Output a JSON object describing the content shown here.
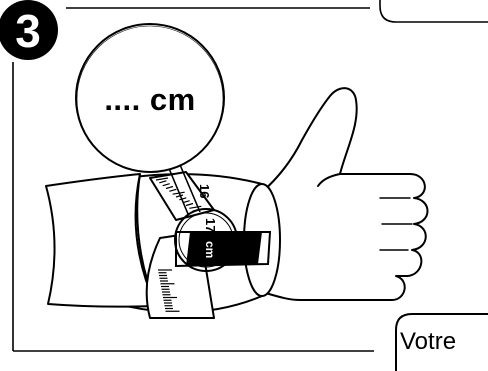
{
  "step": {
    "number": "3"
  },
  "magnifier": {
    "reading": ".... cm"
  },
  "tape": {
    "tick_labels": [
      "16",
      "17",
      "cm"
    ]
  },
  "caption": {
    "text": "Votre"
  },
  "colors": {
    "ink": "#000000",
    "paper": "#ffffff",
    "tape_band": "#000000"
  },
  "icons": {
    "hand": "thumbs-up-hand-icon",
    "sleeve": "sleeve-icon",
    "tape": "measuring-tape-icon",
    "magnifier": "magnifier-icon"
  }
}
